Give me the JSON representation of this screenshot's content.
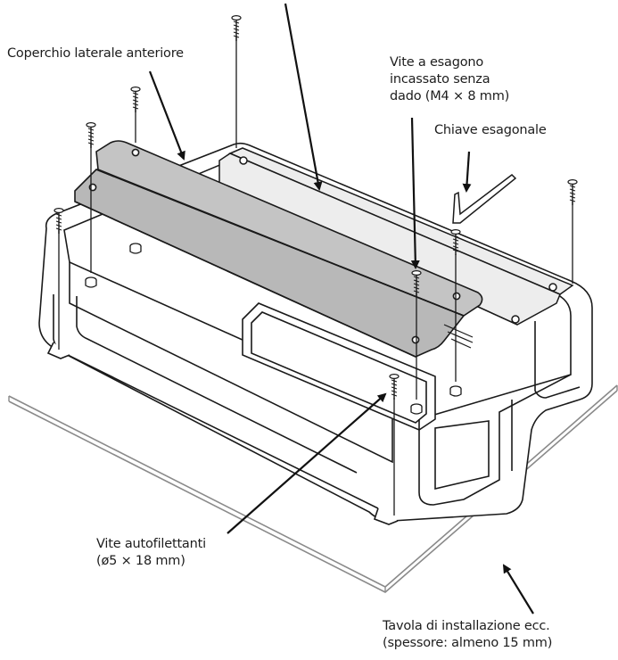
{
  "labels": {
    "front_side_cover": "Coperchio laterale anteriore",
    "hex_screw": {
      "line1": "Vite a esagono",
      "line2": "incassato senza",
      "line3": "dado (M4 × 8 mm)"
    },
    "hex_key": "Chiave esagonale",
    "self_tapping_screw": {
      "line1": "Vite autofilettanti",
      "line2": "(ø5 × 18 mm)"
    },
    "mounting_board": {
      "line1": "Tavola di installazione ecc.",
      "line2": "(spessore: almeno 15 mm)"
    }
  },
  "colors": {
    "line": "#1a1a1a",
    "cover_fill": "#bdbdbd",
    "back_cover_fill": "#ededed",
    "body_fill": "#ffffff",
    "board_edge": "#777777"
  }
}
